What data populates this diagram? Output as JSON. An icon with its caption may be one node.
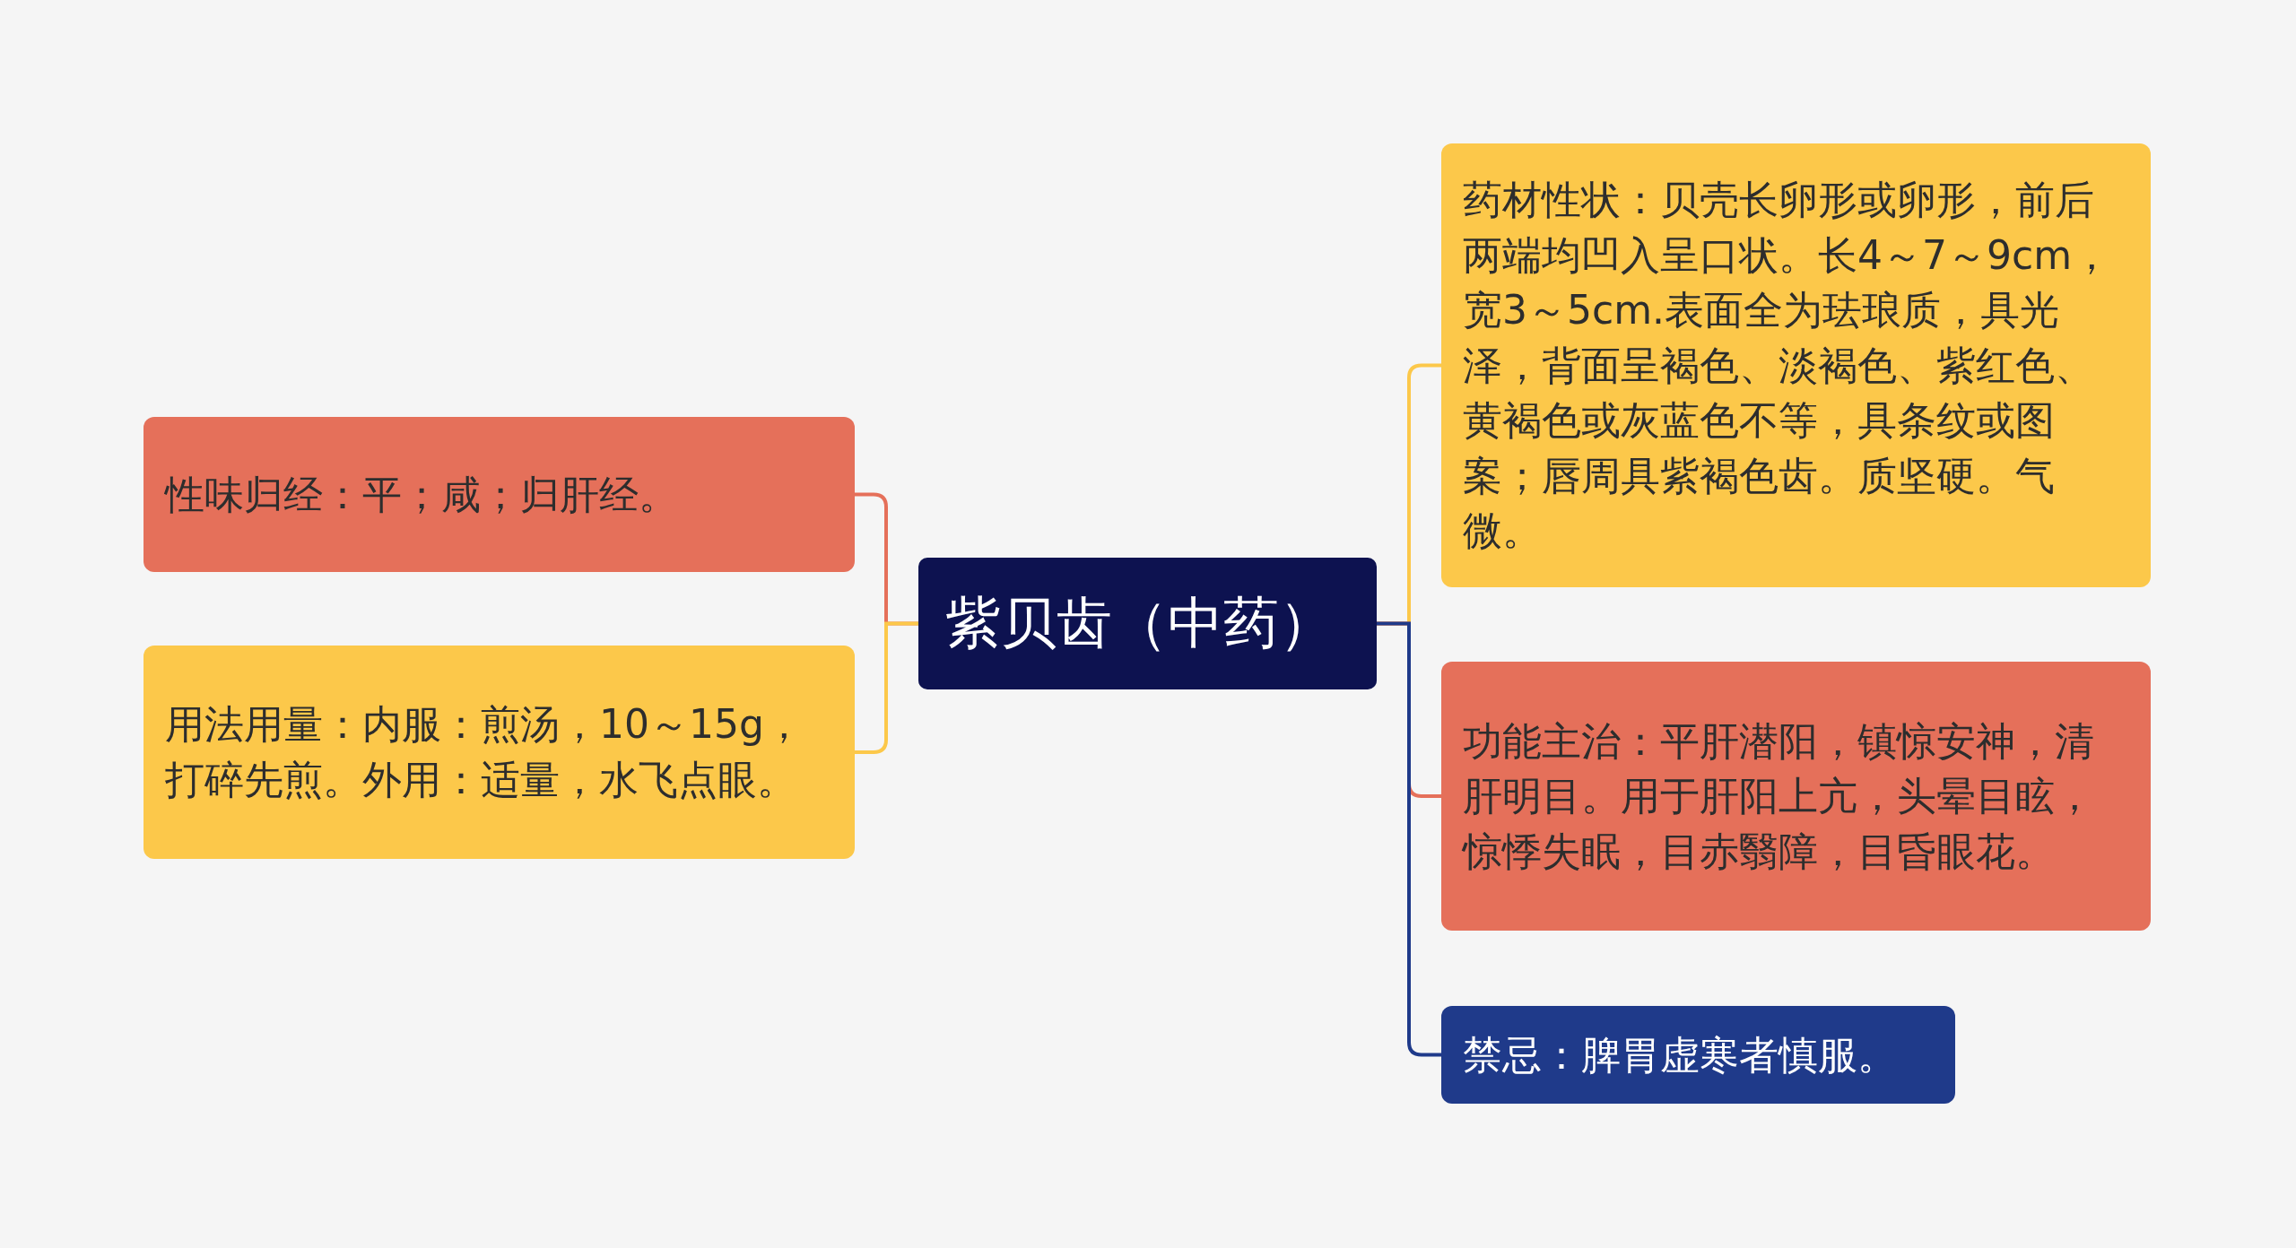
{
  "diagram": {
    "nodes": [
      {
        "text": [
          "紫贝齿（中药）"
        ]
      },
      {
        "text": [
          "性味归经：平；咸；归肝经。"
        ]
      },
      {
        "text": [
          "用法用量：内服：煎汤，10～15g，打碎先煎。外用：适量，水飞点眼。"
        ]
      },
      {
        "text": [
          "药材性状：贝壳长卵形或卵形，前后两端均凹入呈口状。长4～7～9cm，宽3～5cm.表面全为珐琅质，具光泽，背面呈褐色、淡褐色、紫红色、黄褐色或灰蓝色不等，具条纹或图案；唇周具紫褐色齿。质坚硬。气微。"
        ]
      },
      {
        "text": [
          "功能主治：平肝潜阳，镇惊安神，清肝明目。用于肝阳上亢，头晕目眩，惊悸失眠，目赤翳障，目昏眼花。"
        ]
      },
      {
        "text": [
          "禁忌：脾胃虚寒者慎服。"
        ]
      }
    ],
    "edges": [
      {
        "from": 0,
        "to": 1,
        "arrow": "none",
        "color": "#e5705a"
      },
      {
        "from": 0,
        "to": 2,
        "arrow": "none",
        "color": "#fcc84a"
      },
      {
        "from": 0,
        "to": 3,
        "arrow": "none",
        "color": "#fcc84a"
      },
      {
        "from": 0,
        "to": 4,
        "arrow": "none",
        "color": "#e5705a"
      },
      {
        "from": 0,
        "to": 5,
        "arrow": "none",
        "color": "#1f3a8a"
      }
    ]
  }
}
